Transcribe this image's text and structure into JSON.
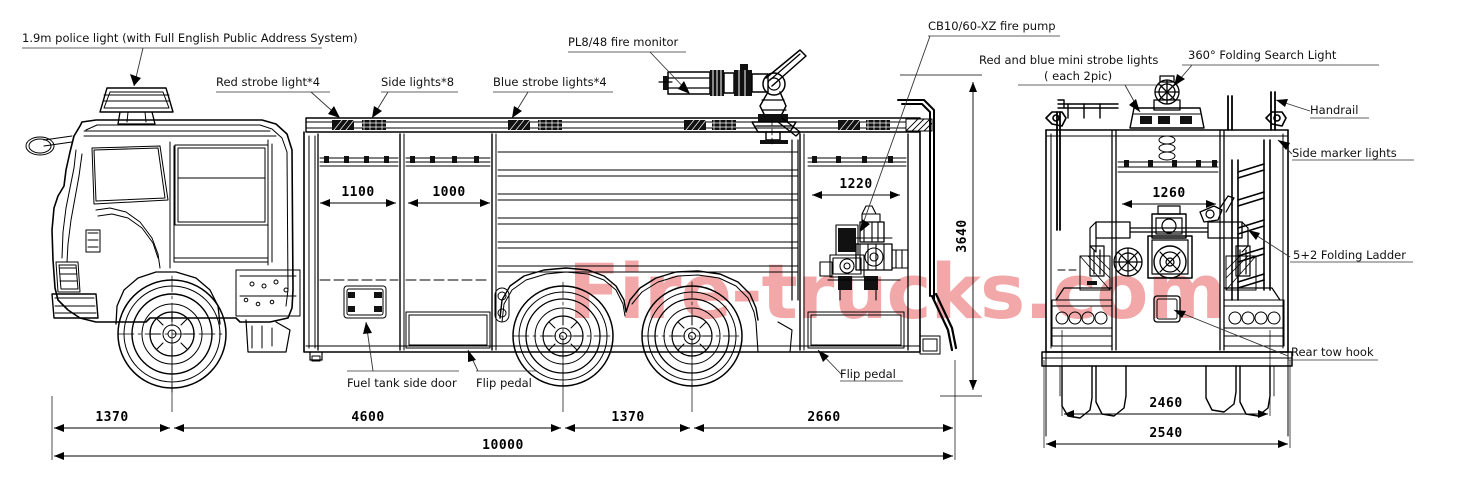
{
  "drawing": {
    "title": "Fire truck general arrangement drawing",
    "views": [
      "side-view",
      "rear-view"
    ],
    "line_color": "#000000",
    "dimension_color": "#000000",
    "watermark_color": "#f2a8a8"
  },
  "watermark": {
    "text": "Fire-trucks.com"
  },
  "callouts": [
    {
      "id": "police-light",
      "text": "1.9m police light (with Full English Public Address System)"
    },
    {
      "id": "red-strobe",
      "text": "Red strobe light*4"
    },
    {
      "id": "side-lights",
      "text": "Side lights*8"
    },
    {
      "id": "blue-strobe",
      "text": "Blue strobe lights*4"
    },
    {
      "id": "fire-monitor",
      "text": "PL8/48 fire monitor"
    },
    {
      "id": "fire-pump",
      "text": "CB10/60-XZ fire pump"
    },
    {
      "id": "mini-strobe-line1",
      "text": "Red and blue mini strobe lights"
    },
    {
      "id": "mini-strobe-line2",
      "text": "( each 2pic)"
    },
    {
      "id": "search-light",
      "text": "360° Folding Search Light"
    },
    {
      "id": "handrail",
      "text": "Handrail"
    },
    {
      "id": "side-marker-lights",
      "text": "Side marker lights"
    },
    {
      "id": "folding-ladder",
      "text": "5+2 Folding Ladder"
    },
    {
      "id": "rear-tow-hook",
      "text": "Rear tow hook"
    },
    {
      "id": "fuel-tank-side-door",
      "text": "Fuel tank side door"
    },
    {
      "id": "flip-pedal-front",
      "text": "Flip pedal"
    },
    {
      "id": "flip-pedal-rear",
      "text": "Flip pedal"
    }
  ],
  "dimensions": {
    "locker_1": "1100",
    "locker_2": "1000",
    "pump_bay": "1220",
    "rear_bay": "1260",
    "overall_height": "3640",
    "front_overhang": "1370",
    "wheelbase": "4600",
    "bogie_spacing": "1370",
    "rear_overhang": "2660",
    "overall_length": "10000",
    "track_width": "2460",
    "overall_width": "2540"
  }
}
